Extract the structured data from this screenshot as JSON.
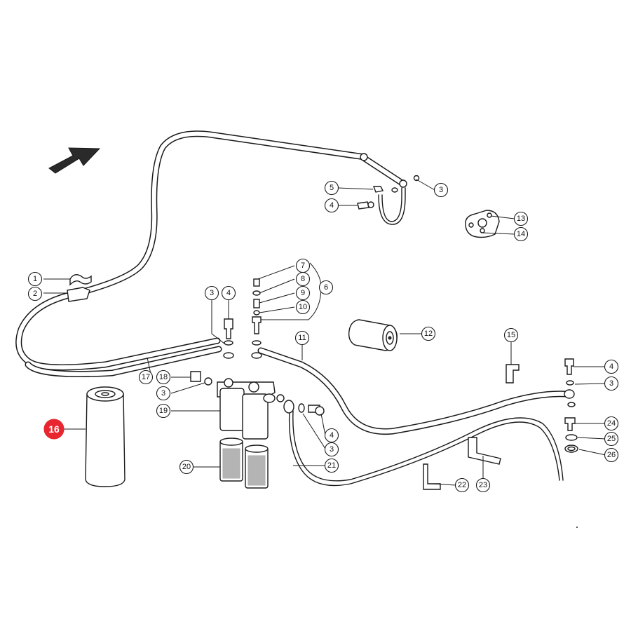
{
  "diagram": {
    "highlight_color": "#e8262f",
    "line_color": "#1a1a1a",
    "background": "#ffffff",
    "direction_icon": "arrow-up-right-icon",
    "callouts": [
      {
        "id": "c1",
        "label": "1"
      },
      {
        "id": "c2",
        "label": "2"
      },
      {
        "id": "c3a",
        "label": "3"
      },
      {
        "id": "c3b",
        "label": "3"
      },
      {
        "id": "c3c",
        "label": "3"
      },
      {
        "id": "c3d",
        "label": "3"
      },
      {
        "id": "c3e",
        "label": "3"
      },
      {
        "id": "c4a",
        "label": "4"
      },
      {
        "id": "c4b",
        "label": "4"
      },
      {
        "id": "c4c",
        "label": "4"
      },
      {
        "id": "c4d",
        "label": "4"
      },
      {
        "id": "c5",
        "label": "5"
      },
      {
        "id": "c6",
        "label": "6"
      },
      {
        "id": "c7",
        "label": "7"
      },
      {
        "id": "c8",
        "label": "8"
      },
      {
        "id": "c9",
        "label": "9"
      },
      {
        "id": "c10",
        "label": "10"
      },
      {
        "id": "c11",
        "label": "11"
      },
      {
        "id": "c12",
        "label": "12"
      },
      {
        "id": "c13",
        "label": "13"
      },
      {
        "id": "c14",
        "label": "14"
      },
      {
        "id": "c15",
        "label": "15"
      },
      {
        "id": "c16",
        "label": "16",
        "highlight": true
      },
      {
        "id": "c17",
        "label": "17"
      },
      {
        "id": "c18",
        "label": "18"
      },
      {
        "id": "c19",
        "label": "19"
      },
      {
        "id": "c20",
        "label": "20"
      },
      {
        "id": "c21",
        "label": "21"
      },
      {
        "id": "c22",
        "label": "22"
      },
      {
        "id": "c23",
        "label": "23"
      },
      {
        "id": "c24",
        "label": "24"
      },
      {
        "id": "c25",
        "label": "25"
      },
      {
        "id": "c26",
        "label": "26"
      }
    ]
  }
}
